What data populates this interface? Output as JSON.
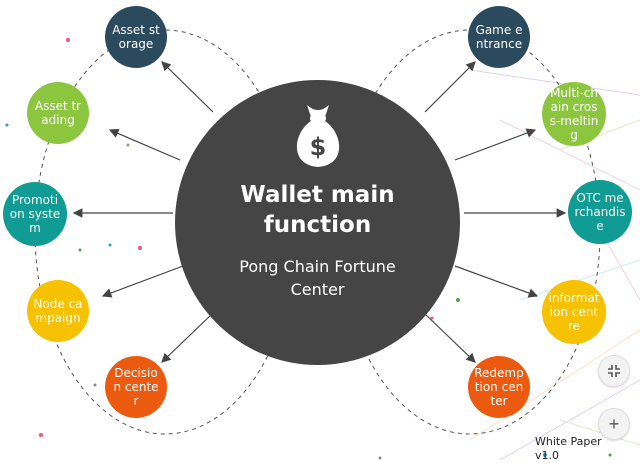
{
  "center": {
    "title": "Wallet main function",
    "subtitle": "Pong Chain Fortune Center",
    "icon": "money-bag-icon",
    "icon_symbol": "$"
  },
  "nodes": [
    {
      "label": "Asset storage",
      "color": "#2b4a5e"
    },
    {
      "label": "Asset trading",
      "color": "#8cc63f"
    },
    {
      "label": "Promotion system",
      "color": "#119b95"
    },
    {
      "label": "Node campaign",
      "color": "#f6c100"
    },
    {
      "label": "Decision center",
      "color": "#ec5a0f"
    },
    {
      "label": "Game entrance",
      "color": "#2b4a5e"
    },
    {
      "label": "Multi-chain cross-melting",
      "color": "#8cc63f"
    },
    {
      "label": "OTC merchandise",
      "color": "#119b95"
    },
    {
      "label": "information centre",
      "color": "#f6c100"
    },
    {
      "label": "Redemption center",
      "color": "#ec5a0f"
    }
  ],
  "controls": {
    "collapse_icon": "collapse-icon",
    "zoom_in_icon": "plus-icon",
    "zoom_in_symbol": "+"
  },
  "white_paper": {
    "label": "White Paper v1.0"
  }
}
